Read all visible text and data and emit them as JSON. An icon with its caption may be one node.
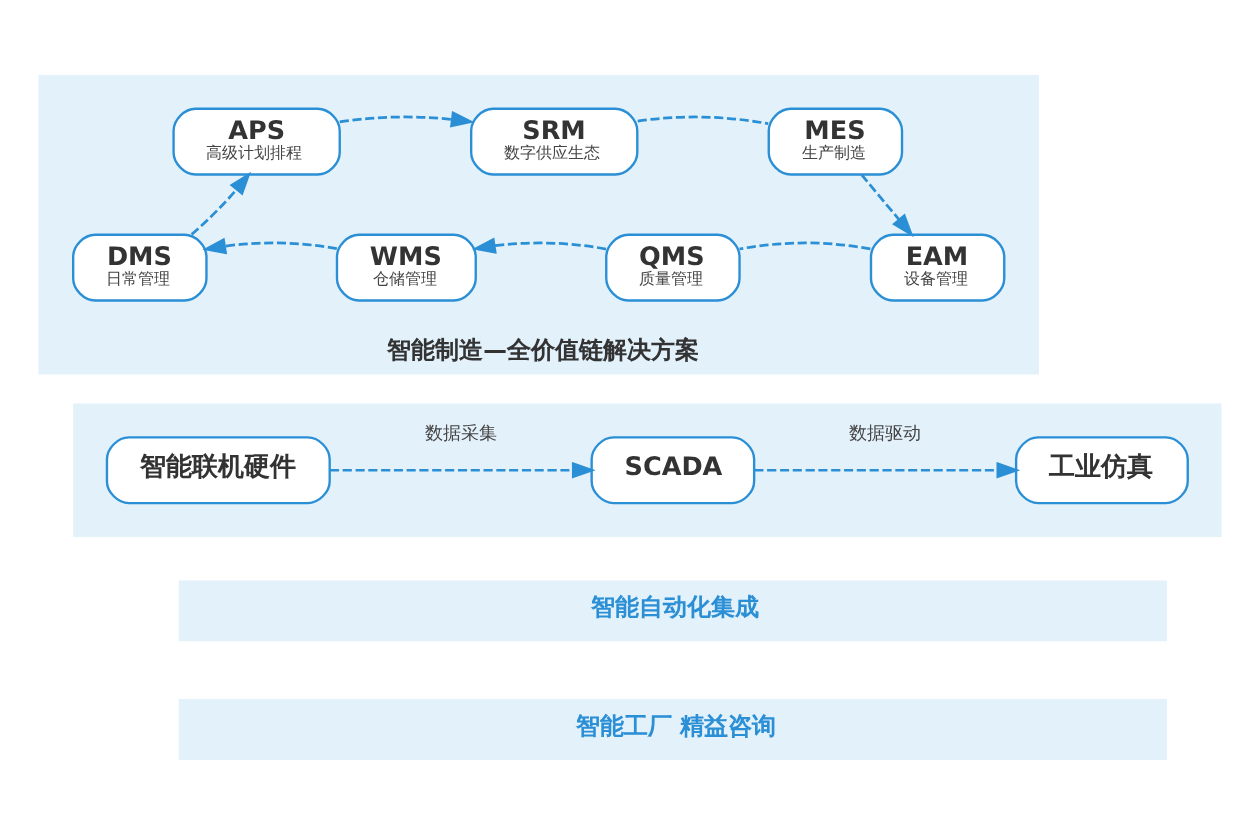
{
  "diagram": {
    "nodes": [
      {
        "text": [
          "智能制造—全价值链解决方案"
        ]
      },
      {
        "text": [
          "APS",
          "高级计划排程"
        ],
        "in": 0
      },
      {
        "text": [
          "SRM",
          "数字供应生态"
        ],
        "in": 0
      },
      {
        "text": [
          "MES",
          "生产制造"
        ],
        "in": 0
      },
      {
        "text": [
          "DMS",
          "日常管理"
        ],
        "in": 0
      },
      {
        "text": [
          "WMS",
          "仓储管理"
        ],
        "in": 0
      },
      {
        "text": [
          "QMS",
          "质量管理"
        ],
        "in": 0
      },
      {
        "text": [
          "EAM",
          "设备管理"
        ],
        "in": 0
      },
      {
        "text": [],
        "shape": "box"
      },
      {
        "text": [
          "智能联机硬件"
        ],
        "in": 8
      },
      {
        "text": [
          "SCADA"
        ],
        "in": 8
      },
      {
        "text": [
          "工业仿真"
        ],
        "in": 8
      },
      {
        "text": [
          "智能自动化集成"
        ]
      },
      {
        "text": [
          "智能工厂 精益咨询"
        ]
      }
    ],
    "edges": [
      {
        "from": 1,
        "to": 2,
        "arrow": "to",
        "style": "dashed"
      },
      {
        "from": 2,
        "to": 3,
        "arrow": "none",
        "style": "dashed"
      },
      {
        "from": 3,
        "to": 7,
        "arrow": "to",
        "style": "dashed"
      },
      {
        "from": 7,
        "to": 6,
        "arrow": "none",
        "style": "dashed"
      },
      {
        "from": 6,
        "to": 5,
        "arrow": "to",
        "style": "dashed"
      },
      {
        "from": 5,
        "to": 4,
        "arrow": "to",
        "style": "dashed"
      },
      {
        "from": 4,
        "to": 1,
        "arrow": "to",
        "style": "dashed"
      },
      {
        "from": 9,
        "to": 10,
        "arrow": "to",
        "style": "dashed",
        "label": "数据采集"
      },
      {
        "from": 10,
        "to": 11,
        "arrow": "to",
        "style": "dashed",
        "label": "数据驱动"
      }
    ]
  }
}
